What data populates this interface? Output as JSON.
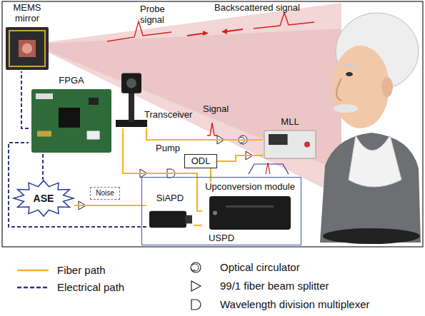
{
  "diagram": {
    "nodes": [
      {
        "text": [
          "MEMS mirror"
        ]
      },
      {
        "text": [
          "FPGA"
        ]
      },
      {
        "text": [
          "Transceiver"
        ]
      },
      {
        "text": [
          "MLL"
        ]
      },
      {
        "text": [
          "ODL"
        ]
      },
      {
        "text": [
          "ASE"
        ]
      },
      {
        "text": [
          "Noise"
        ]
      },
      {
        "text": [
          "USPD"
        ]
      },
      {
        "text": [
          "SiAPD"
        ],
        "in": 7
      },
      {
        "text": [
          "Upconversion module"
        ],
        "in": 7
      }
    ],
    "edges": [
      {
        "from": 1,
        "to": 0,
        "arrow": "none"
      },
      {
        "from": 1,
        "to": 5,
        "arrow": "none"
      },
      {
        "from": 8,
        "to": 1,
        "arrow": "none"
      },
      {
        "from": 3,
        "to": 2,
        "arrow": "none"
      },
      {
        "from": 3,
        "to": 4,
        "arrow": "none"
      },
      {
        "from": 4,
        "to": 9,
        "arrow": "none"
      },
      {
        "from": 2,
        "to": 9,
        "arrow": "none"
      },
      {
        "from": 5,
        "to": 8,
        "arrow": "none"
      },
      {
        "from": 9,
        "to": 8,
        "arrow": "none"
      }
    ],
    "labels": [
      "Probe signal",
      "Backscattered signal",
      "Signal",
      "Pump"
    ],
    "legend": [
      {
        "text": "Fiber path"
      },
      {
        "text": "Electrical path"
      },
      {
        "text": "Optical circulator"
      },
      {
        "text": "99/1 fiber beam splitter"
      },
      {
        "text": "Wavelength division multiplexer"
      }
    ]
  }
}
